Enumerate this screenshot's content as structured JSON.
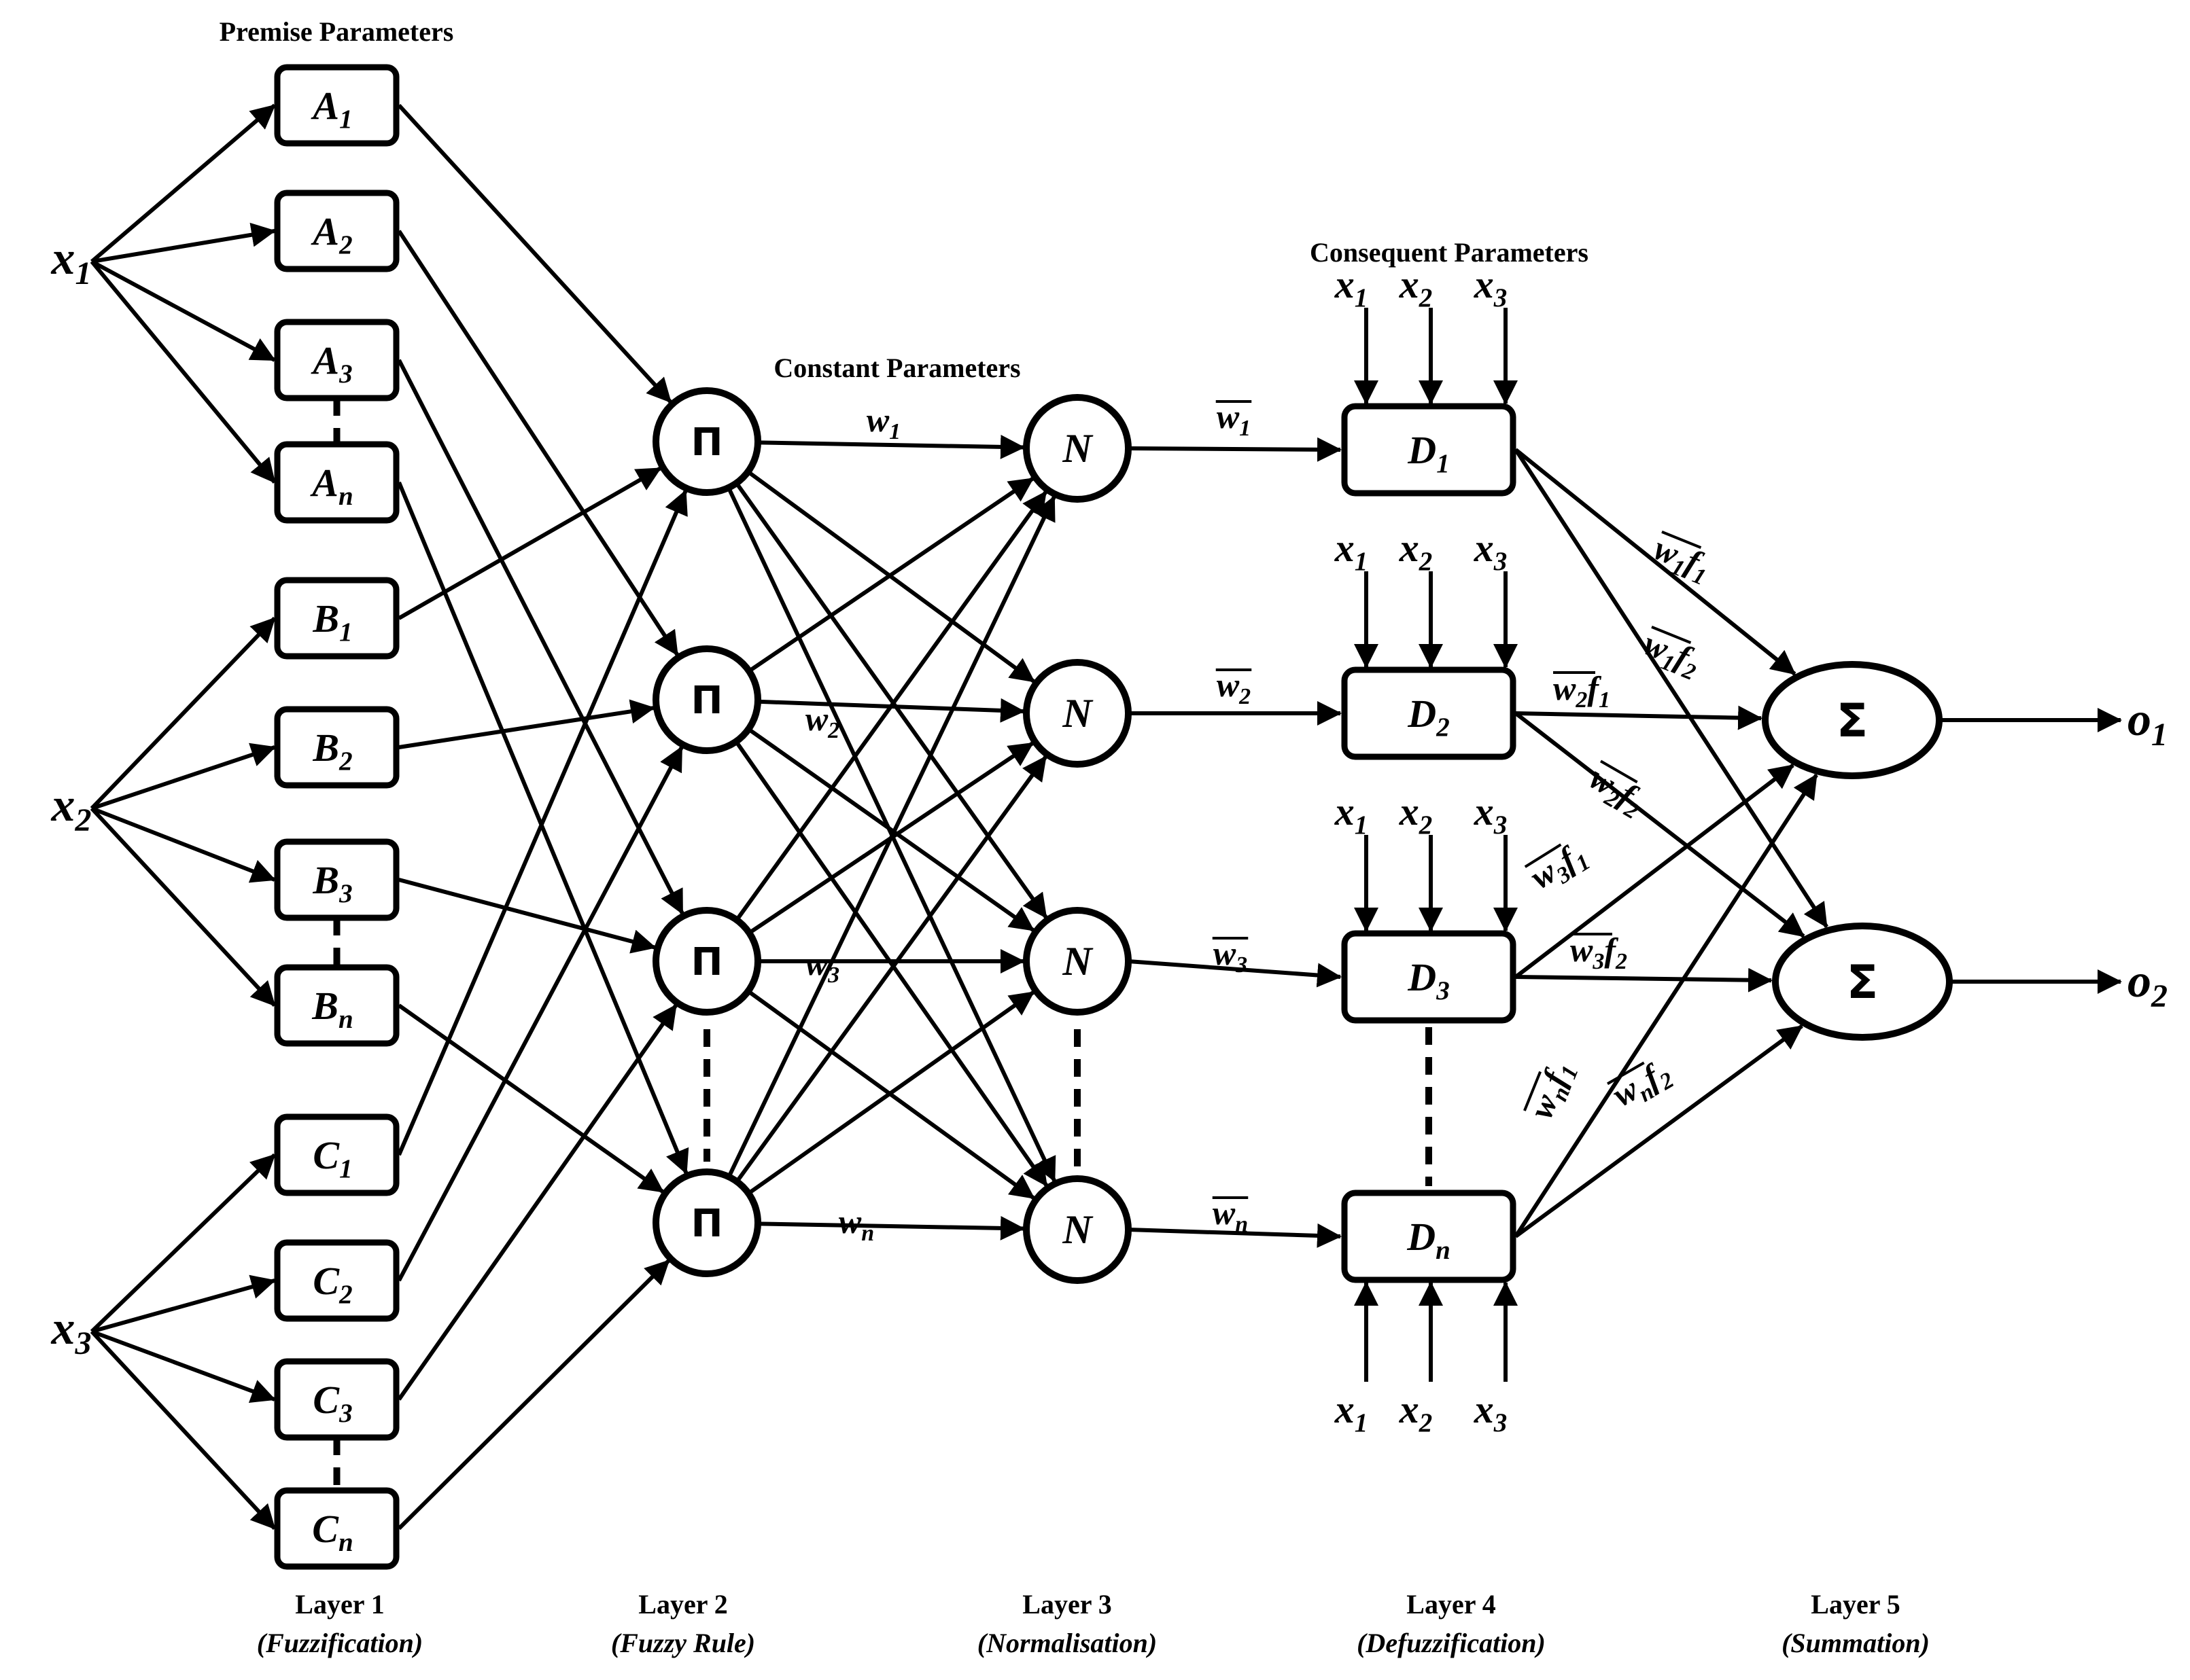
{
  "headings": {
    "premise": "Premise Parameters",
    "constant": "Constant Parameters",
    "consequent": "Consequent Parameters"
  },
  "inputs": [
    {
      "base": "x",
      "sub": "1"
    },
    {
      "base": "x",
      "sub": "2"
    },
    {
      "base": "x",
      "sub": "3"
    }
  ],
  "layer1": [
    {
      "base": "A",
      "sub": "1"
    },
    {
      "base": "A",
      "sub": "2"
    },
    {
      "base": "A",
      "sub": "3"
    },
    {
      "base": "A",
      "sub": "n"
    },
    {
      "base": "B",
      "sub": "1"
    },
    {
      "base": "B",
      "sub": "2"
    },
    {
      "base": "B",
      "sub": "3"
    },
    {
      "base": "B",
      "sub": "n"
    },
    {
      "base": "C",
      "sub": "1"
    },
    {
      "base": "C",
      "sub": "2"
    },
    {
      "base": "C",
      "sub": "3"
    },
    {
      "base": "C",
      "sub": "n"
    }
  ],
  "layer2_symbol": "Π",
  "layer3_symbol": "N",
  "layer5_symbol": "Σ",
  "weights": [
    {
      "base": "w",
      "sub": "1"
    },
    {
      "base": "w",
      "sub": "2"
    },
    {
      "base": "w",
      "sub": "3"
    },
    {
      "base": "w",
      "sub": "n"
    }
  ],
  "norm_weights": [
    {
      "base": "w",
      "sub": "1",
      "bar": true
    },
    {
      "base": "w",
      "sub": "2",
      "bar": true
    },
    {
      "base": "w",
      "sub": "3",
      "bar": true
    },
    {
      "base": "w",
      "sub": "n",
      "bar": true
    }
  ],
  "layer4": [
    {
      "base": "D",
      "sub": "1"
    },
    {
      "base": "D",
      "sub": "2"
    },
    {
      "base": "D",
      "sub": "3"
    },
    {
      "base": "D",
      "sub": "n"
    }
  ],
  "consequent_inputs": [
    {
      "base": "x",
      "sub": "1"
    },
    {
      "base": "x",
      "sub": "2"
    },
    {
      "base": "x",
      "sub": "3"
    }
  ],
  "products": [
    {
      "w": "1",
      "f": "1"
    },
    {
      "w": "1",
      "f": "2"
    },
    {
      "w": "2",
      "f": "1"
    },
    {
      "w": "2",
      "f": "2"
    },
    {
      "w": "3",
      "f": "1"
    },
    {
      "w": "3",
      "f": "2"
    },
    {
      "w": "n",
      "f": "1"
    },
    {
      "w": "n",
      "f": "2"
    }
  ],
  "outputs": [
    {
      "base": "o",
      "sub": "1"
    },
    {
      "base": "o",
      "sub": "2"
    }
  ],
  "layers": [
    {
      "title": "Layer 1",
      "subtitle": "(Fuzzification)"
    },
    {
      "title": "Layer 2",
      "subtitle": "(Fuzzy Rule)"
    },
    {
      "title": "Layer 3",
      "subtitle": "(Normalisation)"
    },
    {
      "title": "Layer 4",
      "subtitle": "(Defuzzification)"
    },
    {
      "title": "Layer 5",
      "subtitle": "(Summation)"
    }
  ],
  "colors": {
    "stroke": "#000000",
    "fill": "#ffffff"
  }
}
